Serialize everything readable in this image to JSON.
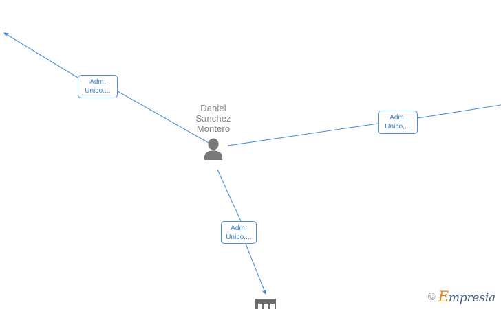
{
  "graph": {
    "background_color": "#ffffff",
    "edge_color": "#4a8fd4",
    "node_text_color": "#808080",
    "label_text_color": "#3b7fd4",
    "label_border_color": "#4a90d9",
    "person_node": {
      "name": "Daniel Sanchez Montero",
      "name_lines": "Daniel\nSanchez\nMontero",
      "icon": "person-icon",
      "icon_color": "#787878"
    },
    "company_node": {
      "icon": "company-building-icon",
      "icon_color": "#6e6e6e"
    },
    "relations": [
      {
        "label": "Adm. Unico,...",
        "label_lines": "Adm.\nUnico,...",
        "position": "upper-left"
      },
      {
        "label": "Adm. Unico,...",
        "label_lines": "Adm.\nUnico,...",
        "position": "right"
      },
      {
        "label": "Adm. Unico,...",
        "label_lines": "Adm.\nUnico,...",
        "position": "bottom"
      }
    ]
  },
  "watermark": {
    "copyright_symbol": "©",
    "brand_initial": "E",
    "brand_rest": "mpresia"
  }
}
